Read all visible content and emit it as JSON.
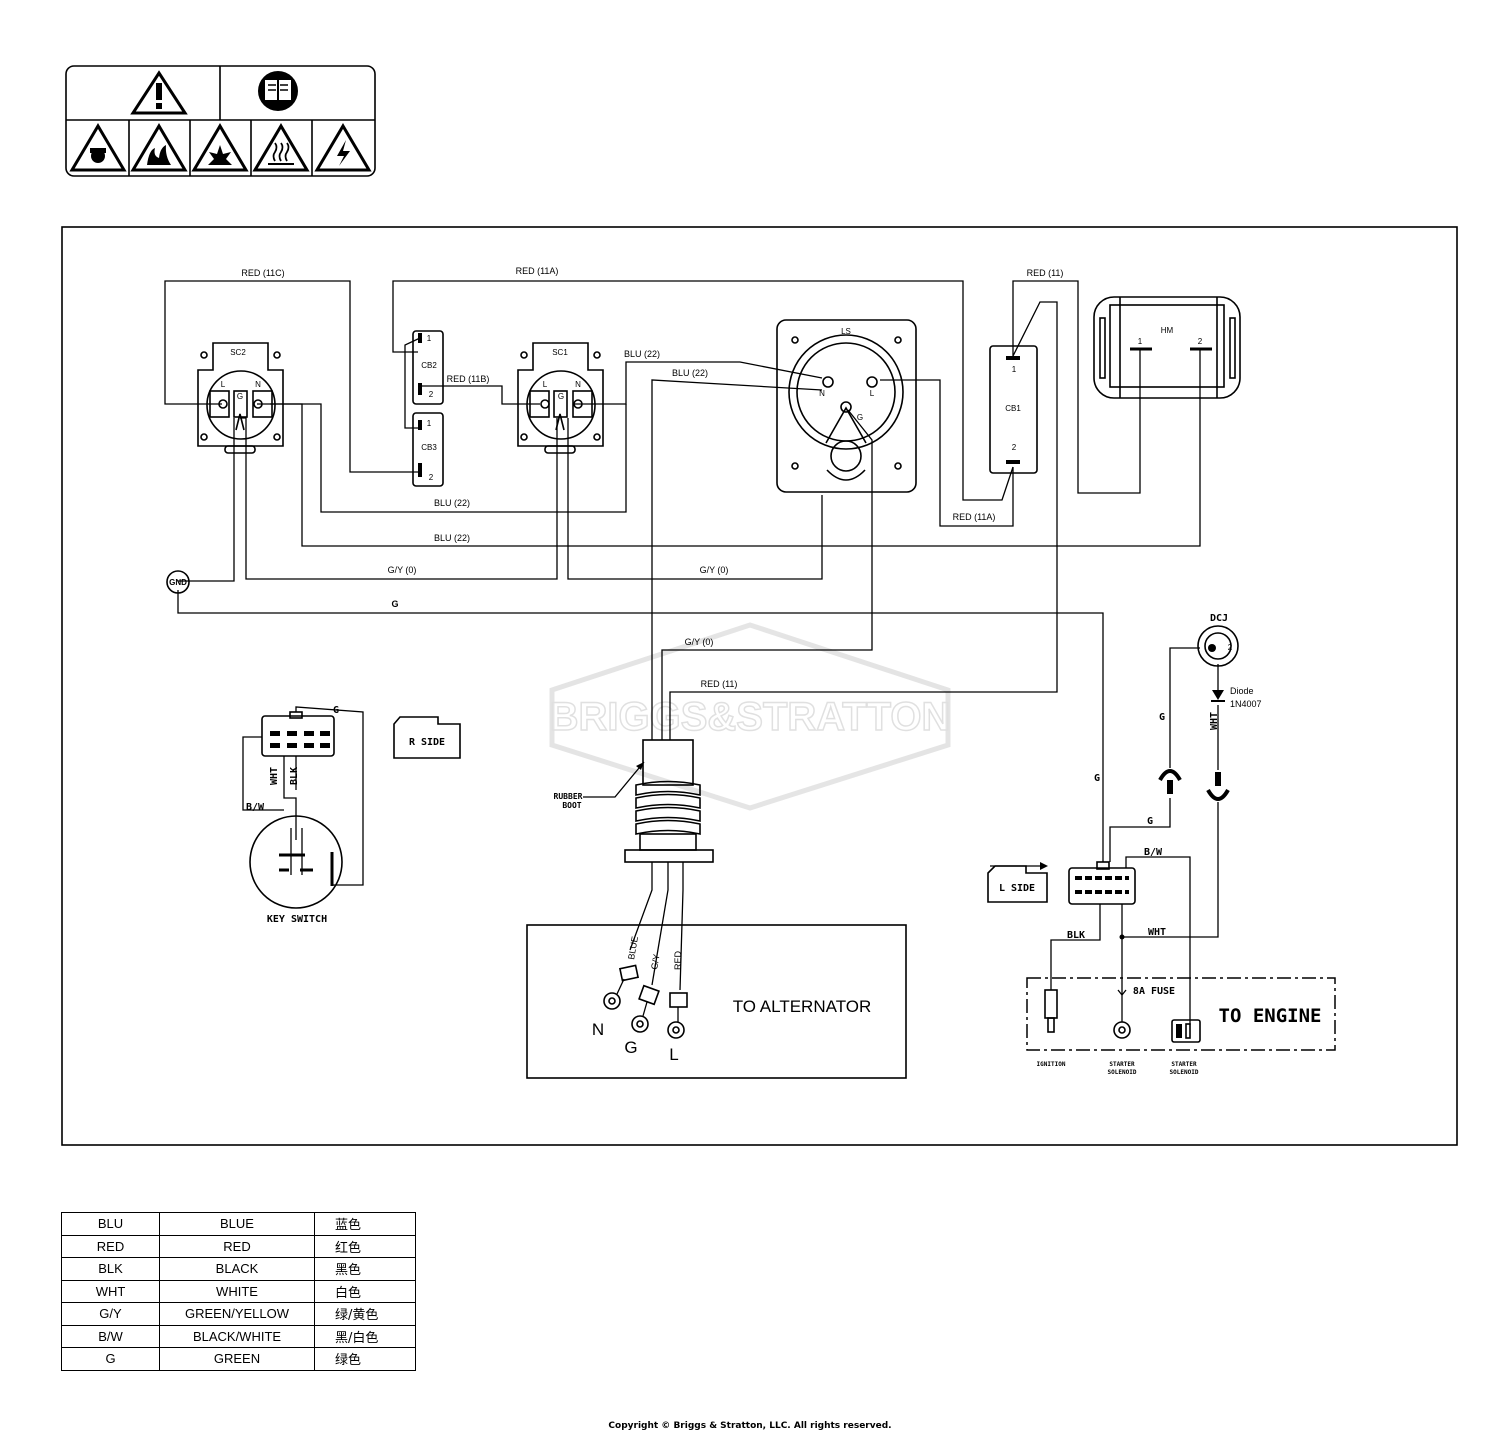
{
  "wire_labels": {
    "red_11c": "RED (11C)",
    "red_11a_top": "RED (11A)",
    "red_11_top": "RED (11)",
    "red_11b": "RED (11B)",
    "blu_22_sc1": "BLU (22)",
    "blu_22_ls": "BLU (22)",
    "blu_22_a": "BLU (22)",
    "blu_22_b": "BLU (22)",
    "red_11a_cb1": "RED (11A)",
    "gy_0_left": "G/Y (0)",
    "gy_0_right": "G/Y (0)",
    "g_main": "G",
    "gy_0_center": "G/Y (0)",
    "red_11_center": "RED (11)"
  },
  "components": {
    "sc2": "SC2",
    "sc1": "SC1",
    "ls": "LS",
    "hm": "HM",
    "cb1": "CB1",
    "cb2": "CB2",
    "cb3": "CB3",
    "gnd": "GND",
    "dcj": "DCJ",
    "pin_1": "1",
    "pin_2": "2",
    "l": "L",
    "n": "N",
    "g": "G"
  },
  "key_switch": {
    "title": "KEY SWITCH",
    "g": "G",
    "wht": "WHT",
    "blk": "BLK",
    "bw": "B/W"
  },
  "side_tags": {
    "r_side": "R SIDE",
    "l_side": "L SIDE"
  },
  "rubber_boot": {
    "line1": "RUBBER",
    "line2": "BOOT"
  },
  "alternator": {
    "title": "TO ALTERNATOR",
    "wire_blue": "BLUE",
    "wire_gy": "G/Y",
    "wire_red": "RED",
    "n": "N",
    "g": "G",
    "l": "L"
  },
  "engine": {
    "title": "TO ENGINE",
    "diode": "Diode",
    "diode_part": "1N4007",
    "wht_vert": "WHT",
    "g_upper": "G",
    "g_left": "G",
    "g_mid": "G",
    "bw": "B/W",
    "blk": "BLK",
    "wht": "WHT",
    "fuse": "8A FUSE",
    "ignition": "IGNITION",
    "starter_1a": "STARTER",
    "starter_1b": "SOLENOID",
    "starter_2a": "STARTER",
    "starter_2b": "SOLENOID"
  },
  "watermark": "BRIGGS&STRATTON",
  "legend": [
    {
      "abbr": "BLU",
      "name": "BLUE",
      "zh": "蓝色"
    },
    {
      "abbr": "RED",
      "name": "RED",
      "zh": "红色"
    },
    {
      "abbr": "BLK",
      "name": "BLACK",
      "zh": "黑色"
    },
    {
      "abbr": "WHT",
      "name": "WHITE",
      "zh": "白色"
    },
    {
      "abbr": "G/Y",
      "name": "GREEN/YELLOW",
      "zh": "绿/黄色"
    },
    {
      "abbr": "B/W",
      "name": "BLACK/WHITE",
      "zh": "黑/白色"
    },
    {
      "abbr": "G",
      "name": "GREEN",
      "zh": "绿色"
    }
  ],
  "copyright": "Copyright © Briggs & Stratton, LLC. All rights reserved."
}
